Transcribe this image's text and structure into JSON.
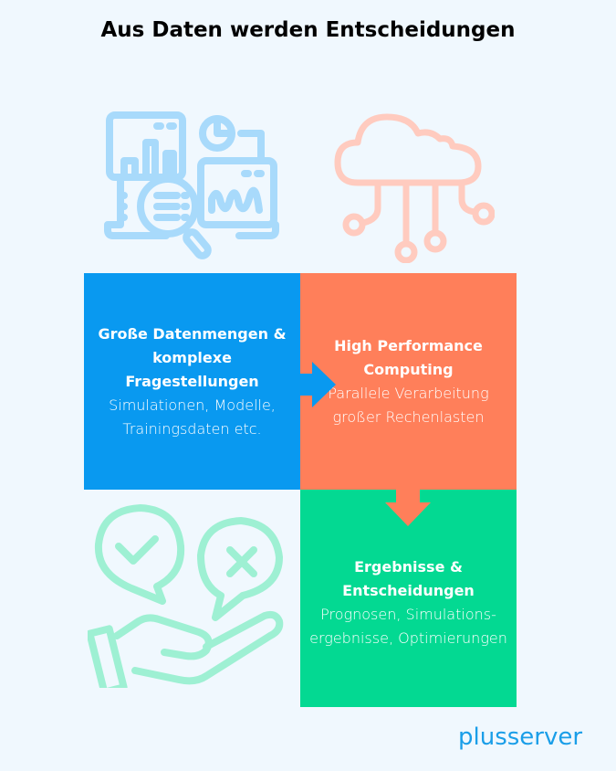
{
  "title": "Aus Daten werden Entscheidungen",
  "colors": {
    "background": "#f0f8fe",
    "blue": "#0999f0",
    "orange": "#ff7f5a",
    "green": "#03d992",
    "icon_blue": "#a8dafb",
    "icon_orange": "#ffcbbf",
    "icon_green": "#9ef0d3",
    "logo": "#1a9ee8"
  },
  "icons": {
    "analytics": "data-analytics-icon",
    "cloud": "cloud-network-icon",
    "decision": "hand-decision-icon"
  },
  "steps": [
    {
      "heading": "Große Datenmengen & komplexe Fragestellungen",
      "body": "Simulationen, Modelle, Trainingsdaten etc."
    },
    {
      "heading": "High Performance Computing",
      "body": "Parallele Verarbeitung großer Rechenlasten"
    },
    {
      "heading": "Ergebnisse & Entscheidungen",
      "body": "Prognosen, Simulations-ergebnisse, Optimierungen"
    }
  ],
  "logo": "plusserver"
}
